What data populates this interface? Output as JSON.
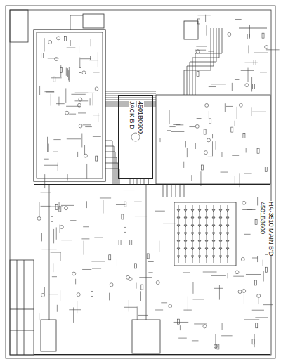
{
  "diagram": {
    "nodes": [
      {
        "text": [
          "4501B3600",
          "HA-3510 MAIN B'D"
        ]
      },
      {
        "text": [
          "JACK B'D",
          "4501B0900"
        ]
      }
    ],
    "edges": [
      {
        "from": 1,
        "to": 0,
        "arrow": "none"
      }
    ]
  }
}
